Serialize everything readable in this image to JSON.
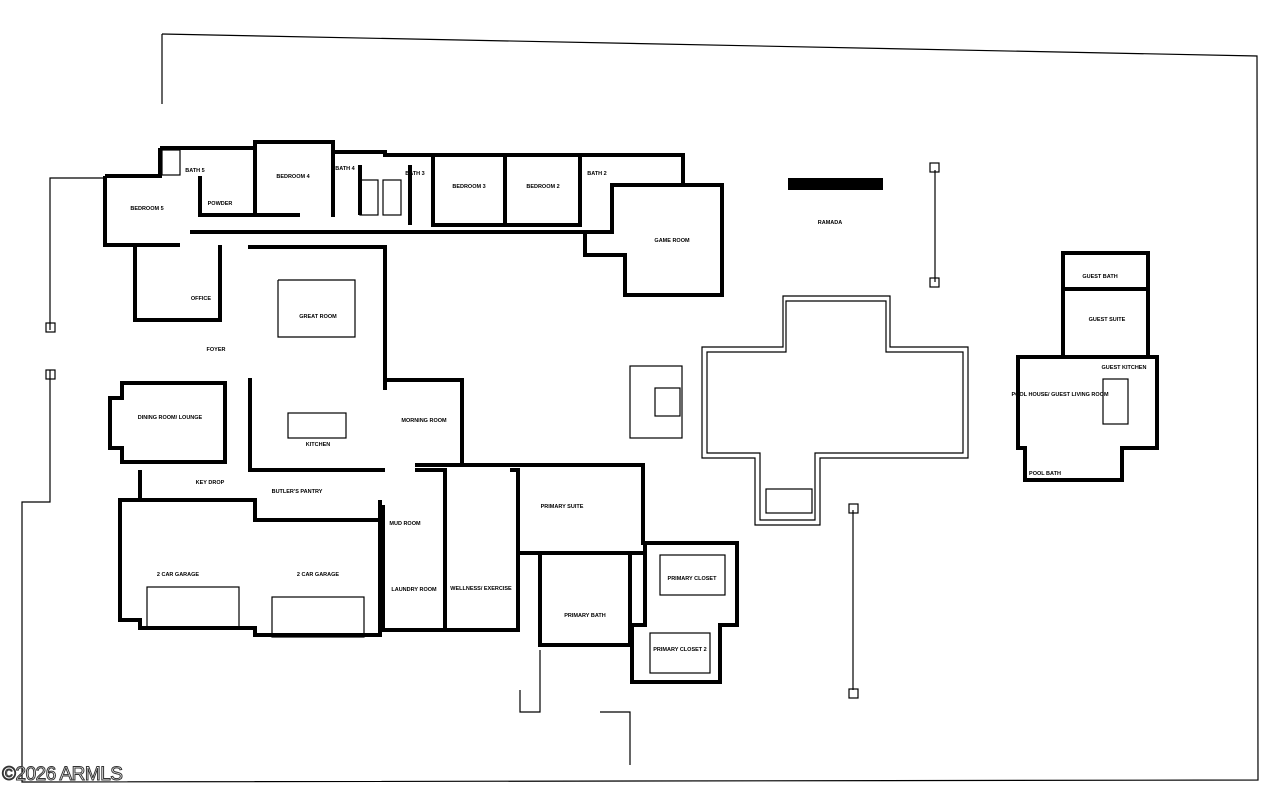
{
  "watermark": "©2026 ARMLS",
  "rooms": {
    "bedroom5": "BEDROOM 5",
    "bath5": "BATH 5",
    "powder": "POWDER",
    "bedroom4": "BEDROOM 4",
    "bath4": "BATH 4",
    "bath3": "BATH 3",
    "bedroom3": "BEDROOM 3",
    "bedroom2": "BEDROOM 2",
    "bath2": "BATH 2",
    "game_room": "GAME ROOM",
    "ramada": "RAMADA",
    "office": "OFFICE",
    "great_room": "GREAT ROOM",
    "foyer": "FOYER",
    "dining": "DINING ROOM/ LOUNGE",
    "kitchen": "KITCHEN",
    "morning_room": "MORNING ROOM",
    "key_drop": "KEY DROP",
    "butlers_pantry": "BUTLER'S PANTRY",
    "mud_room": "MUD ROOM",
    "garage_a": "2 CAR GARAGE",
    "garage_b": "2 CAR GARAGE",
    "laundry": "LAUNDRY ROOM",
    "wellness": "WELLNESS/ EXERCISE",
    "primary_suite": "PRIMARY SUITE",
    "primary_bath": "PRIMARY BATH",
    "primary_closet": "PRIMARY CLOSET",
    "primary_closet2": "PRIMARY CLOSET 2",
    "guest_bath": "GUEST BATH",
    "guest_suite": "GUEST SUITE",
    "guest_kitchen": "GUEST KITCHEN",
    "pool_house": "POOL HOUSE/ GUEST LIVING ROOM",
    "pool_bath": "POOL BATH"
  }
}
